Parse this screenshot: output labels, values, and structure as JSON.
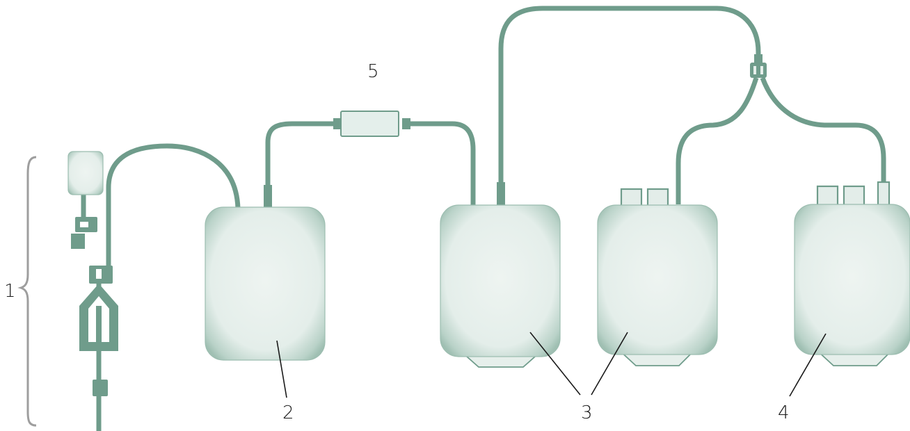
{
  "labels": {
    "needle_set": "1",
    "collection_bag": "2",
    "satellite_bags": "3",
    "additive_bag": "4",
    "leukocyte_filter": "5"
  },
  "colors": {
    "tube": "#6f9c8b",
    "bag_fill": "#e9f1ee",
    "bag_edge": "#a8c6ba",
    "brace": "#9e9e9e",
    "text": "#1a1a1a"
  }
}
